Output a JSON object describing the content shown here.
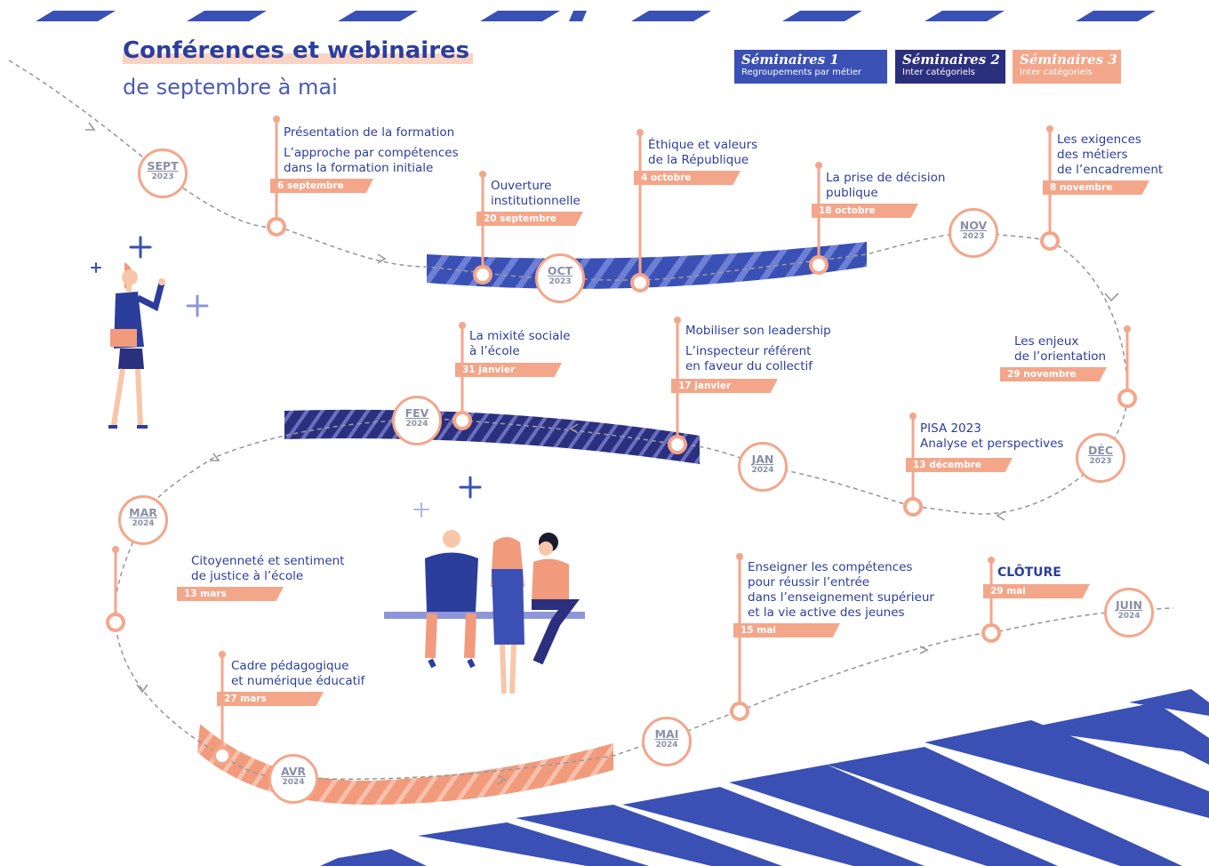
{
  "header": {
    "title": "Conférences et webinaires",
    "subtitle": "de septembre à mai"
  },
  "legend": [
    {
      "name": "Séminaires 1",
      "desc": "Regroupements par métier",
      "color": "#3a50b4"
    },
    {
      "name": "Séminaires 2",
      "desc": "Inter catégoriels",
      "color": "#2a2f7e"
    },
    {
      "name": "Séminaires 3",
      "desc": "Inter catégoriels",
      "color": "#f4a68a"
    }
  ],
  "months": [
    {
      "m": "SEPT",
      "y": "2023"
    },
    {
      "m": "OCT",
      "y": "2023"
    },
    {
      "m": "NOV",
      "y": "2023"
    },
    {
      "m": "DÉC",
      "y": "2023"
    },
    {
      "m": "JAN",
      "y": "2024"
    },
    {
      "m": "FEV",
      "y": "2024"
    },
    {
      "m": "MAR",
      "y": "2024"
    },
    {
      "m": "AVR",
      "y": "2024"
    },
    {
      "m": "MAI",
      "y": "2024"
    },
    {
      "m": "JUIN",
      "y": "2024"
    }
  ],
  "events": [
    {
      "line1": "Présentation de la formation",
      "line2": "L’approche par compétences",
      "line3": "dans la formation initiale",
      "date": "6 septembre"
    },
    {
      "line1": "Ouverture",
      "line2": "institutionnelle",
      "date": "20 septembre"
    },
    {
      "line1": "Éthique et valeurs",
      "line2": "de la République",
      "date": "4 octobre"
    },
    {
      "line1": "La prise de décision",
      "line2": "publique",
      "date": "18 octobre"
    },
    {
      "line1": "Les exigences",
      "line2": "des métiers",
      "line3": "de l’encadrement",
      "date": "8 novembre"
    },
    {
      "line1": "Les enjeux",
      "line2": "de l’orientation",
      "date": "29 novembre"
    },
    {
      "line1": "PISA 2023",
      "line2": "Analyse et perspectives",
      "date": "13 décembre"
    },
    {
      "line1": "Mobiliser son leadership",
      "line2": "L’inspecteur référent",
      "line3": "en faveur du collectif",
      "date": "17 janvier"
    },
    {
      "line1": "La mixité sociale",
      "line2": "à l’école",
      "date": "31 janvier"
    },
    {
      "line1": "Citoyenneté et sentiment",
      "line2": "de justice à l’école",
      "date": "13 mars"
    },
    {
      "line1": "Cadre pédagogique",
      "line2": "et numérique éducatif",
      "date": "27 mars"
    },
    {
      "line1": "Enseigner les compétences",
      "line2": "pour réussir l’entrée",
      "line3": "dans l’enseignement supérieur",
      "line4": "et la vie active des jeunes",
      "date": "15 mai"
    },
    {
      "line1": "CLÔTURE",
      "date": "29 mai"
    }
  ]
}
